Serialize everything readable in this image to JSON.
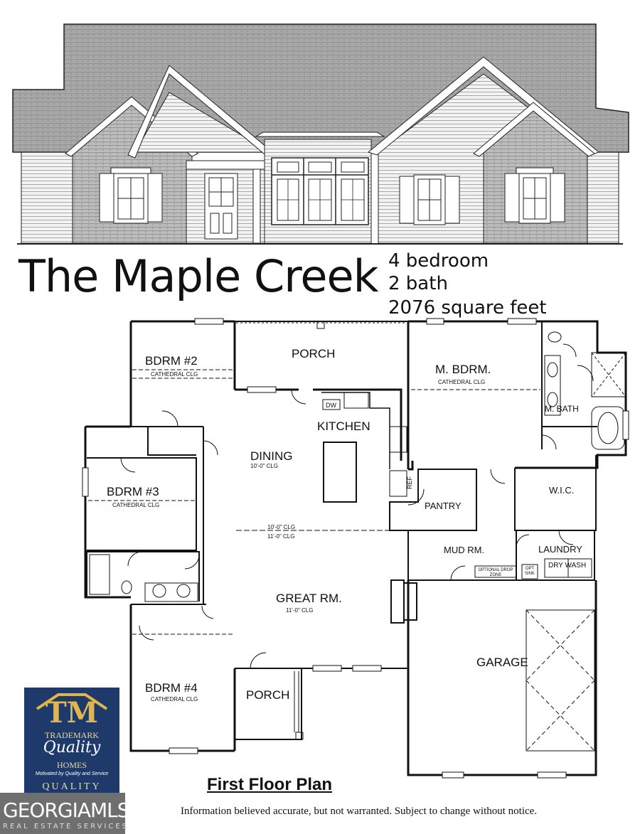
{
  "title": "The Maple Creek",
  "specs": {
    "bedrooms": "4 bedroom",
    "baths": "2 bath",
    "area": "2076 square feet"
  },
  "rooms": {
    "bdrm2": "BDRM #2",
    "bdrm2_note": "CATHEDRAL CLG",
    "porch_top": "PORCH",
    "master": "M.  BDRM.",
    "master_note": "CATHEDRAL CLG",
    "kitchen": "KITCHEN",
    "dw": "DW",
    "dining": "DINING",
    "dining_note": "10'-0\" CLG",
    "mbath": "M. BATH",
    "bdrm3": "BDRM #3",
    "bdrm3_note": "CATHEDRAL CLG",
    "ref": "REF",
    "pantry": "PANTRY",
    "wic": "W.I.C.",
    "clg_10": "10'-0\" CLG",
    "clg_11": "11'-0\" CLG",
    "mudrm": "MUD RM.",
    "laundry": "LAUNDRY",
    "dry_wash": "DRY WASH",
    "optional_drop_zone": "OPTIONAL DROP ZONE",
    "opt_sink": "OPT SINK",
    "great": "GREAT  RM.",
    "great_note": "11'-0\" CLG",
    "garage": "GARAGE",
    "bdrm4": "BDRM #4",
    "bdrm4_note": "CATHEDRAL CLG",
    "porch_bottom": "PORCH"
  },
  "caption": "First Floor Plan",
  "notice": "Information believed accurate, but not warranted. Subject to change without notice.",
  "logo": {
    "letters": "TM",
    "company": "TRADEMARK",
    "quality": "Quality",
    "homes": "HOMES",
    "tagline": "Motivated by Quality and Service",
    "quality_footer": "QUALITY"
  },
  "mls": {
    "name": "GEORGIAMLS",
    "sub": "REAL ESTATE SERVICES"
  },
  "colors": {
    "logo_navy": "#1d3a6b",
    "logo_gold": "#e7d9a6",
    "mls_gray": "#6f6f6f",
    "brick": "#8a8a8a",
    "roof": "#9a9a9a"
  }
}
